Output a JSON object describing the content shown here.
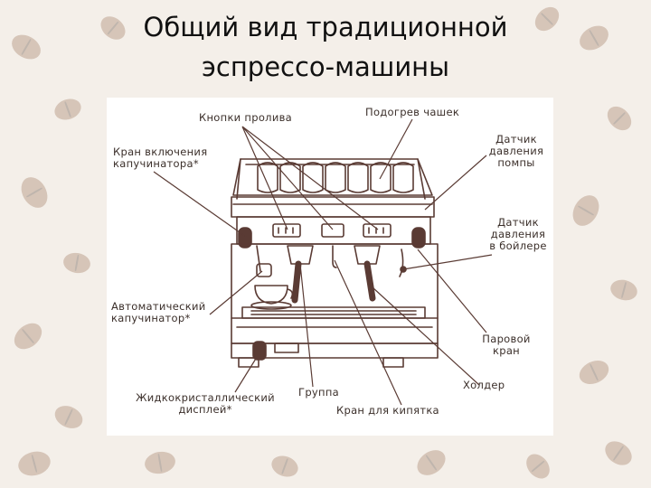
{
  "title": {
    "line1": "Общий вид традиционной",
    "line2": "эспрессо-машины"
  },
  "labels": {
    "dispense_buttons": "Кнопки пролива",
    "cup_warmer": "Подогрев чашек",
    "cappuccinator_valve_l1": "Кран включения",
    "cappuccinator_valve_l2": "капучинатора*",
    "pump_sensor_l1": "Датчик",
    "pump_sensor_l2": "давления",
    "pump_sensor_l3": "помпы",
    "boiler_sensor_l1": "Датчик",
    "boiler_sensor_l2": "давления",
    "boiler_sensor_l3": "в бойлере",
    "auto_cappuccinator_l1": "Автоматический",
    "auto_cappuccinator_l2": "капучинатор*",
    "steam_valve_l1": "Паровой",
    "steam_valve_l2": "кран",
    "holder": "Холдер",
    "lcd_l1": "Жидкокристаллический",
    "lcd_l2": "дисплей*",
    "group": "Группа",
    "hot_water_valve": "Кран для кипятка"
  },
  "colors": {
    "background": "#f4efe9",
    "line": "#5a3b34",
    "label": "#3b2f2a"
  }
}
